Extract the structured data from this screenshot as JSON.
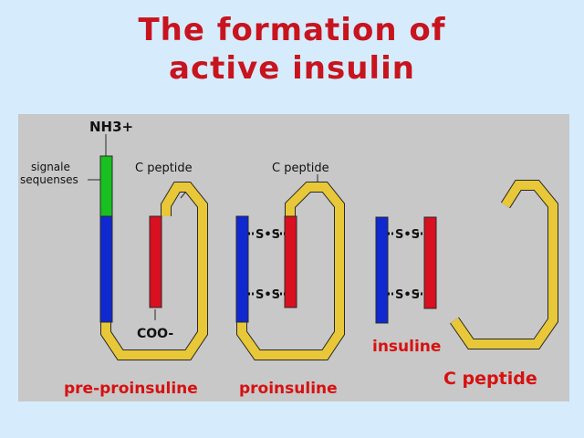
{
  "slide": {
    "title_line1": "The formation of",
    "title_line2": "active insulin"
  },
  "diagram": {
    "nh3_label": "NH3+",
    "signal_label_line1": "signale",
    "signal_label_line2": "sequenses",
    "c_peptide_label_1": "C peptide",
    "c_peptide_label_2": "C peptide",
    "coo_label": "COO-",
    "ss_label": "S•S",
    "caption_pre_proinsuline": "pre-proinsuline",
    "caption_proinsuline": "proinsuline",
    "caption_insuline": "insuline",
    "caption_c_peptide": "C peptide",
    "colors": {
      "background": "#c8c8c8",
      "signal_green": "#18c020",
      "chain_blue": "#1028d0",
      "chain_red": "#d81020",
      "c_peptide_yellow": "#e8c838",
      "outline": "#2a2a2a",
      "caption_red": "#d81010"
    }
  }
}
